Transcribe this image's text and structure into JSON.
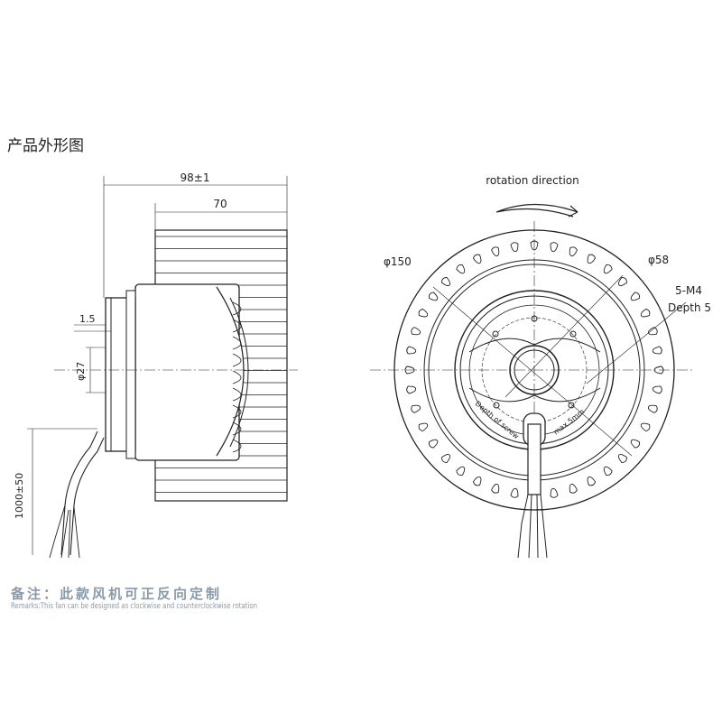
{
  "title": "产品外形图",
  "side_view": {
    "overall_width": "98±1",
    "blade_width": "70",
    "flange_thickness": "1.5",
    "hub_diameter": "φ27",
    "cable_length": "1000±50"
  },
  "front_view": {
    "rotation_label": "rotation direction",
    "outer_diameter": "φ150",
    "hub_diameter": "φ58",
    "screw_spec": "5-M4",
    "screw_depth": "Depth 5",
    "depth_note": "Depth of screw",
    "max_note": "max.5mm"
  },
  "remarks": {
    "cn": "备注：此款风机可正反向定制",
    "en": "Remarks:This fan can be designed as clockwise and counterclockwise rotation"
  }
}
